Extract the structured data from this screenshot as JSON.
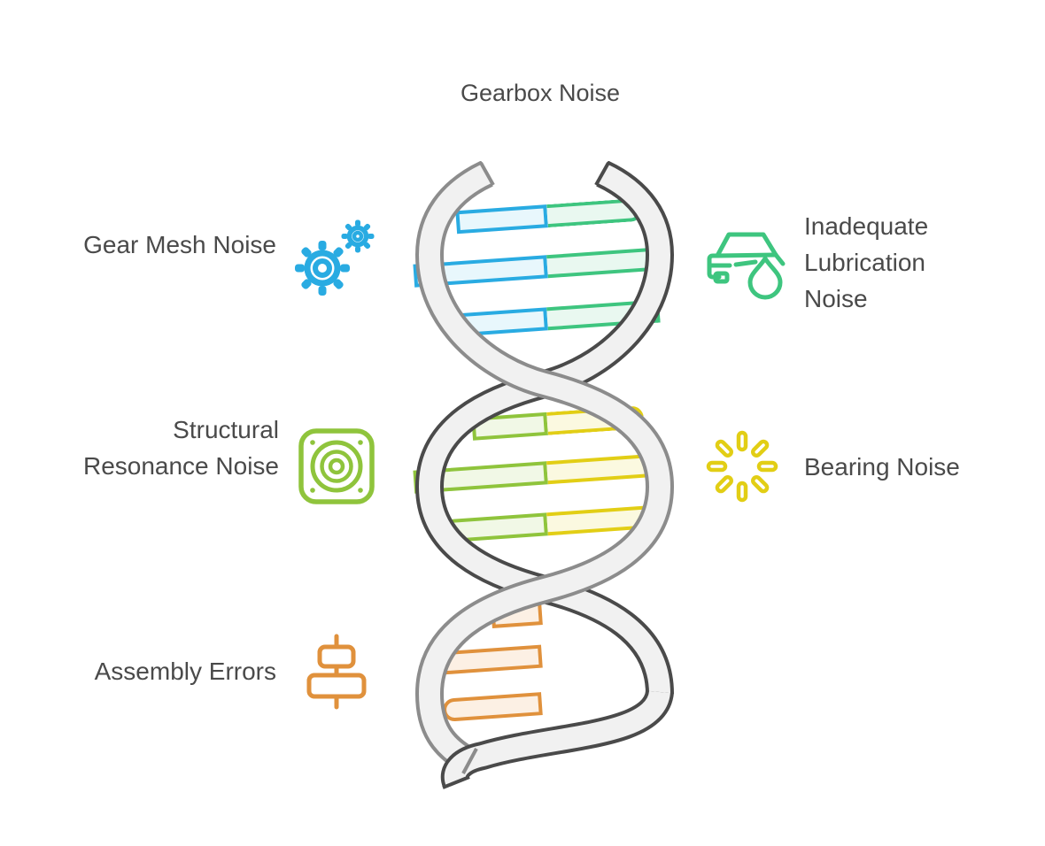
{
  "title": "Gearbox Noise",
  "causes": [
    {
      "label": "Gear Mesh Noise",
      "icon": "gears-icon",
      "color": "#29ABE2",
      "side": "left"
    },
    {
      "label": "Inadequate Lubrication Noise",
      "icon": "car-oil-drop-icon",
      "color": "#3EC57F",
      "side": "right"
    },
    {
      "label": "Structural Resonance Noise",
      "icon": "speaker-icon",
      "color": "#8FC43C",
      "side": "left"
    },
    {
      "label": "Bearing Noise",
      "icon": "bearing-burst-icon",
      "color": "#E2CE15",
      "side": "right"
    },
    {
      "label": "Assembly Errors",
      "icon": "alignment-icon",
      "color": "#E0913C",
      "side": "left"
    }
  ],
  "colors": {
    "blue": "#29ABE2",
    "green": "#3EC57F",
    "lime": "#8FC43C",
    "yellow": "#E2CE15",
    "orange": "#E0913C",
    "strand_light": "#8C8C8C",
    "strand_dark": "#4A4A4A",
    "strand_fill": "#F1F1F1",
    "text": "#4A4A4A"
  },
  "helix": {
    "rung_groups": [
      {
        "left_color": "blue",
        "right_color": "green",
        "rungs": 3
      },
      {
        "left_color": "lime",
        "right_color": "yellow",
        "rungs": 3
      },
      {
        "left_color": "orange",
        "right_color": null,
        "rungs": 3
      }
    ]
  }
}
